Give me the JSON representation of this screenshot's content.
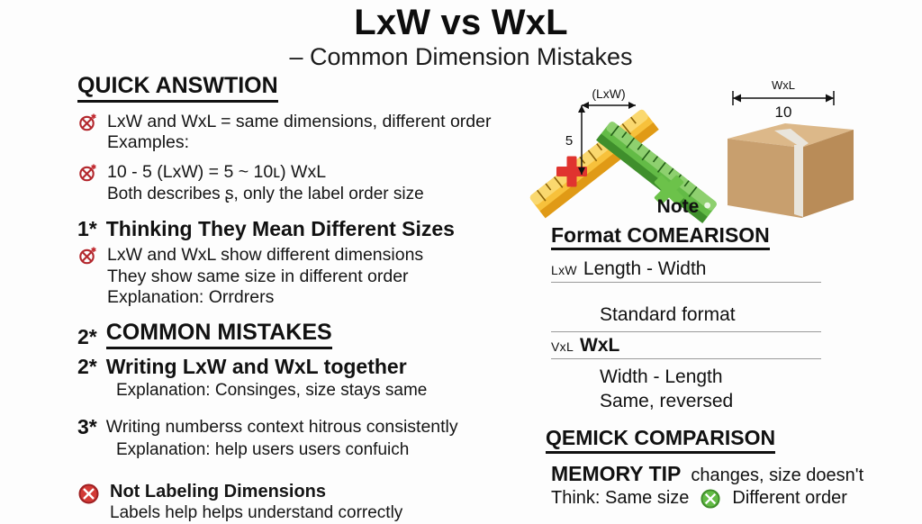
{
  "header": {
    "title": "LxW vs WxL",
    "subtitle": "– Common Dimension Mistakes"
  },
  "left": {
    "quick": {
      "heading": "QUICK ANSWTION",
      "bullets": [
        {
          "icon": "circle-x-asterisk-icon",
          "line1": "LxW and WxL = same dimensions, different order",
          "line2": "Examples:"
        },
        {
          "icon": "circle-x-asterisk-icon",
          "line1": "10 - 5 (LxW) = 5 ~ 10ʟ) WxL",
          "line2": "Both describes ʂ, only the label order size"
        }
      ]
    },
    "point1": {
      "num": "1*",
      "title": "Thinking They Mean Different Sizes",
      "icon": "circle-x-asterisk-icon",
      "lines": [
        "LxW and WxL show different dimensions",
        "They show same size in different order",
        "Explanation: Orrdrers"
      ]
    },
    "common": {
      "num": "2*",
      "heading": "COMMON MISTAKES"
    },
    "point2": {
      "num": "2*",
      "title": "Writing LxW and WxL together",
      "line": "Explanation: Consinges, size stays same"
    },
    "point3": {
      "num": "3*",
      "title": "Writing numberss context hitrous consistently",
      "line": "Explanation: help users users confuich"
    },
    "point4": {
      "icon": "circle-x-icon",
      "title": "Not Labeling Dimensions",
      "line": "Labels help helps understand correctly"
    }
  },
  "illustration": {
    "ruler_yellow": "ruler-yellow-icon",
    "plus": "plus-icon",
    "ruler_green": "ruler-green-icon",
    "cross": "cross-icon",
    "box": "cardboard-box-icon",
    "dim_vertical_label": "5",
    "dim_horizontal_label": "(LxW)",
    "box_dim_label": "WxL",
    "box_value_label": "10",
    "note_label": "Note"
  },
  "right": {
    "format_heading": "Format COMEARISON",
    "row_lxw": {
      "tag": "LxW",
      "text": "Length - Width"
    },
    "standard_format": "Standard format",
    "row_wxl": {
      "tag": "VxL",
      "text": "WxL"
    },
    "width_length": "Width - Length",
    "same_reversed": "Same, reversed",
    "quick_heading": "QEMICK COMPARISON",
    "memory_tip_label": "MEMORY TIP",
    "memory_tip_rest": "changes, size doesn't",
    "think_left": "Think: Same size",
    "think_icon": "circle-x-green-icon",
    "think_right": "Different order"
  },
  "colors": {
    "red": "#c0272d",
    "green": "#6cbf44",
    "box": "#c89f6e",
    "ruler_yellow": "#f5b21c",
    "ink": "#111111"
  }
}
